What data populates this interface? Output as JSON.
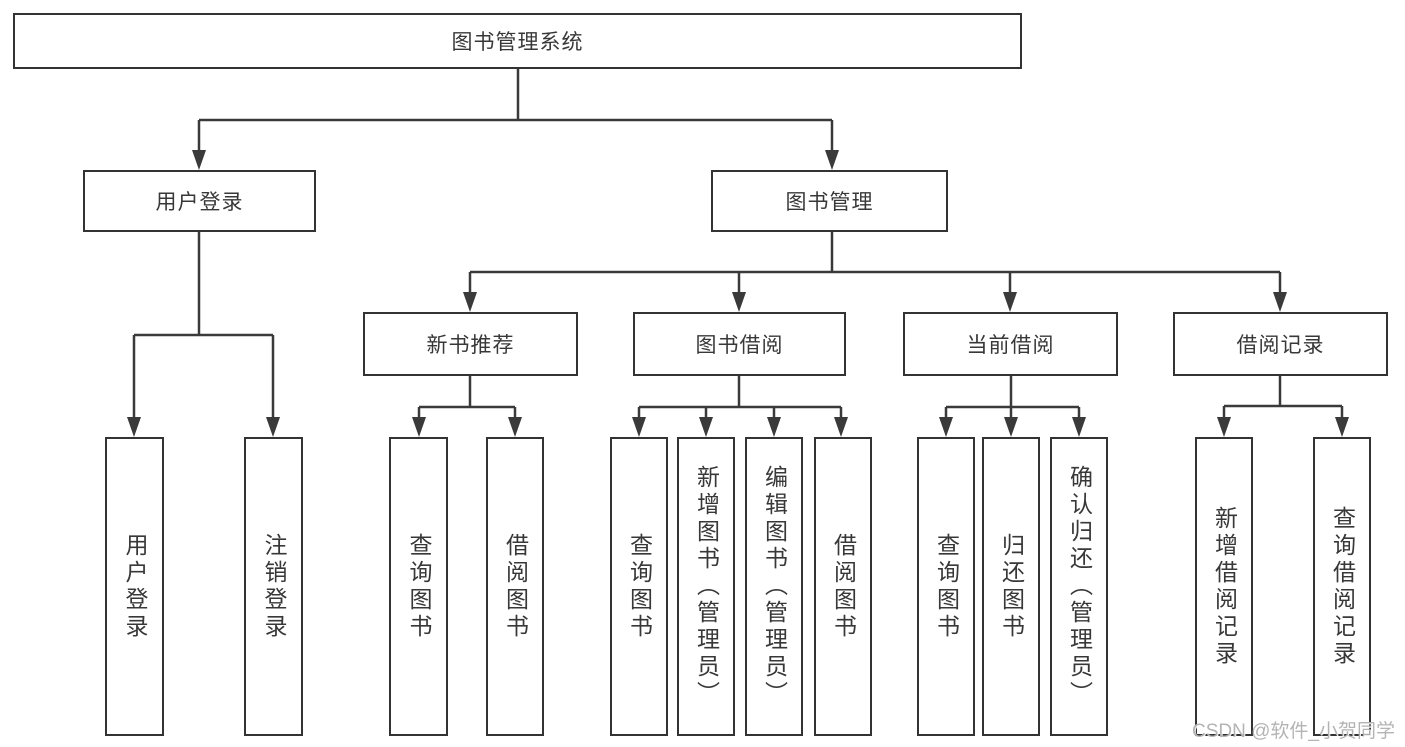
{
  "diagram": {
    "root": {
      "label": "图书管理系统"
    },
    "level2": [
      {
        "label": "用户登录"
      },
      {
        "label": "图书管理"
      }
    ],
    "level3": [
      {
        "label": "新书推荐"
      },
      {
        "label": "图书借阅"
      },
      {
        "label": "当前借阅"
      },
      {
        "label": "借阅记录"
      }
    ],
    "leaves": [
      {
        "label": "用户登录"
      },
      {
        "label": "注销登录"
      },
      {
        "label": "查询图书"
      },
      {
        "label": "借阅图书"
      },
      {
        "label": "查询图书"
      },
      {
        "label": "新增图书（管理员）"
      },
      {
        "label": "编辑图书（管理员）"
      },
      {
        "label": "借阅图书"
      },
      {
        "label": "查询图书"
      },
      {
        "label": "归还图书"
      },
      {
        "label": "确认归还（管理员）"
      },
      {
        "label": "新增借阅记录"
      },
      {
        "label": "查询借阅记录"
      }
    ],
    "colors": {
      "line": "#3a3a3a",
      "border": "#333333",
      "text": "#383838",
      "watermark": "#b0b0b0"
    },
    "watermark": "CSDN @软件_小贺同学"
  }
}
